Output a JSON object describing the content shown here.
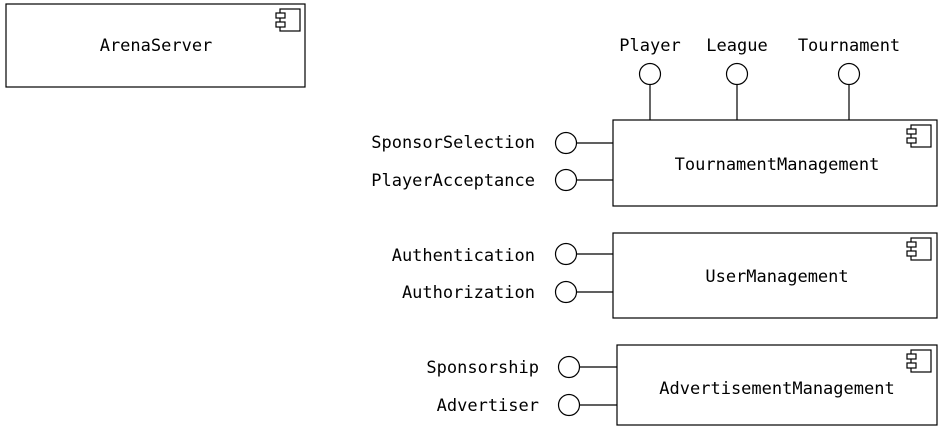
{
  "components": {
    "arena_server": "ArenaServer",
    "tournament_management": "TournamentManagement",
    "user_management": "UserManagement",
    "advertisement_management": "AdvertisementManagement"
  },
  "interfaces": {
    "top": [
      "Player",
      "League",
      "Tournament"
    ],
    "tournament_left": [
      "SponsorSelection",
      "PlayerAcceptance"
    ],
    "user_left": [
      "Authentication",
      "Authorization"
    ],
    "advertisement_left": [
      "Sponsorship",
      "Advertiser"
    ]
  }
}
